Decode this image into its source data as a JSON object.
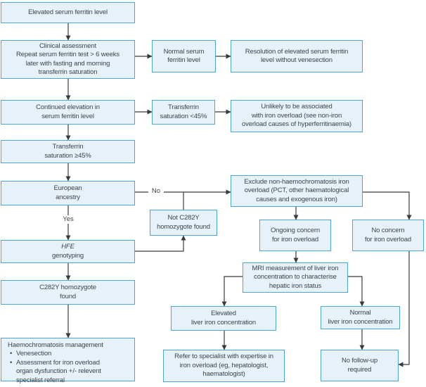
{
  "title": "Elevated serum ferritin level investigation flowchart",
  "colors": {
    "canvas_bg": "#ffffff",
    "box_fill": "#e7f1f9",
    "box_border": "#4da5d7",
    "text": "#3c444b",
    "arrow": "#3a3a3a"
  },
  "edge_labels": {
    "yes": "Yes",
    "no": "No"
  },
  "nodes": {
    "elevated_ferritin": {
      "label": "Elevated serum ferritin level"
    },
    "clinical_assessment": {
      "label": "Clinical assessment\nRepeat serum ferritin test > 6 weeks\nlater with fasting and morning\ntransferrin saturation"
    },
    "normal_serum": {
      "label": "Normal serum\nferritin level"
    },
    "resolution": {
      "label": "Resolution of elevated serum ferritin\nlevel without venesection"
    },
    "continued_elevation": {
      "label": "Continued elevation in\nserum ferritin level"
    },
    "tsat_lt45": {
      "label": "Transferrin\nsaturation <45%"
    },
    "unlikely_overload": {
      "label": "Unlikely to be associated\nwith iron overload (see non-iron\noverload causes of hyperferritinaemia)"
    },
    "tsat_ge45": {
      "label": "Transferrin\nsaturation ≥45%"
    },
    "european_ancestry": {
      "label": "European\nancestry"
    },
    "exclude_non_hc": {
      "label": "Exclude non-haemochromatosis iron\noverload (PCT, other haematological\ncauses and exogenous iron)"
    },
    "not_c282y": {
      "label": "Not C282Y\nhomozygote found"
    },
    "hfe_genotyping": {
      "line1": "HFE",
      "line2": "genotyping"
    },
    "ongoing_concern": {
      "label": "Ongoing concern\nfor iron overload"
    },
    "no_concern": {
      "label": "No concern\nfor iron overload"
    },
    "mri_measurement": {
      "label": "MRI measurement of liver iron\nconcentration to characterise\nhepatic iron status"
    },
    "c282y_found": {
      "label": "C282Y homozygote\nfound"
    },
    "elevated_liver_iron": {
      "label": "Elevated\nliver iron concentration"
    },
    "normal_liver_iron": {
      "label": "Normal\nliver iron concentration"
    },
    "haemo_management": {
      "title": "Haemochromatosis management",
      "bullets": [
        "Venesection",
        "Assessment for iron overload\norgan dysfunction +/- relevent\nspecialist referral"
      ]
    },
    "refer_specialist": {
      "label": "Refer to specialist with expertise in\niron overload (eg, hepatologist,\nhaematologist)"
    },
    "no_followup": {
      "label": "No follow-up\nrequired"
    }
  }
}
